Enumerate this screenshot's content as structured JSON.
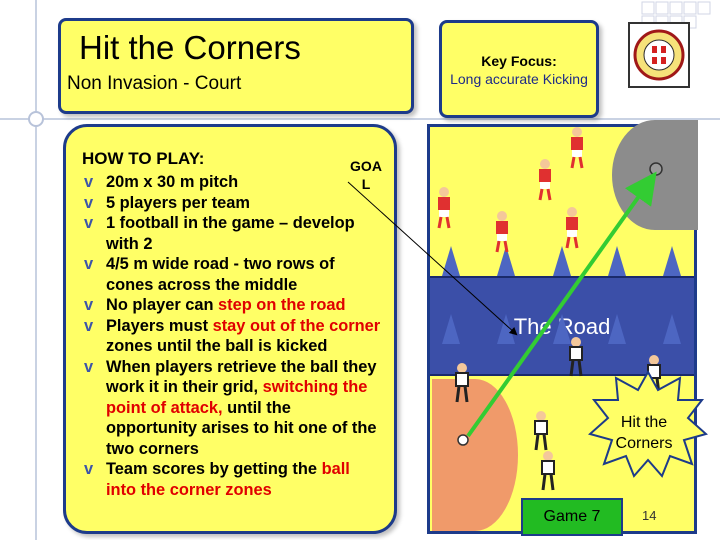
{
  "slide": {
    "title": "Hit the Corners",
    "subtitle": "Non Invasion - Court",
    "key_focus_heading": "Key Focus:",
    "key_focus_text": "Long accurate Kicking",
    "how_to_heading": "HOW TO PLAY:",
    "goal_label_1": "GOA",
    "goal_label_2": "L",
    "bullet_char": "v",
    "rules": [
      {
        "parts": [
          {
            "t": "20m x 30 m pitch",
            "red": false
          }
        ]
      },
      {
        "parts": [
          {
            "t": "5 players per team",
            "red": false
          }
        ]
      },
      {
        "parts": [
          {
            "t": "1 football in the game – develop with 2",
            "red": false
          }
        ]
      },
      {
        "parts": [
          {
            "t": "4/5 m wide road - two rows of cones across the middle",
            "red": false
          }
        ]
      },
      {
        "parts": [
          {
            "t": "No player can ",
            "red": false
          },
          {
            "t": "step on the road",
            "red": true
          }
        ]
      },
      {
        "parts": [
          {
            "t": "Players must ",
            "red": false
          },
          {
            "t": "stay out of the corner",
            "red": true
          },
          {
            "t": " zones until the ball is kicked",
            "red": false
          }
        ]
      },
      {
        "parts": [
          {
            "t": "When players retrieve the ball they work it in their grid, ",
            "red": false
          },
          {
            "t": "switching the point of attack,",
            "red": true
          },
          {
            "t": " until the opportunity arises to hit one of the two corners",
            "red": false
          }
        ]
      },
      {
        "parts": [
          {
            "t": "Team scores by getting the ",
            "red": false
          },
          {
            "t": "ball",
            "red": true
          },
          {
            "t": " into the corner zones",
            "red": true
          }
        ]
      }
    ],
    "road_label": "The Road",
    "hit_corners_1": "Hit the",
    "hit_corners_2": "Corners",
    "game_label": "Game 7",
    "page_number": "14"
  },
  "colors": {
    "panel_yellow": "#ffff66",
    "border_blue": "#1d3b8a",
    "road_blue": "#3b4fa8",
    "highlight_red": "#e00000",
    "game_green": "#22bb22",
    "corner_grey": "#8c8c8c",
    "corner_orange": "#f09a6a",
    "arrow_green": "#33cc33"
  }
}
